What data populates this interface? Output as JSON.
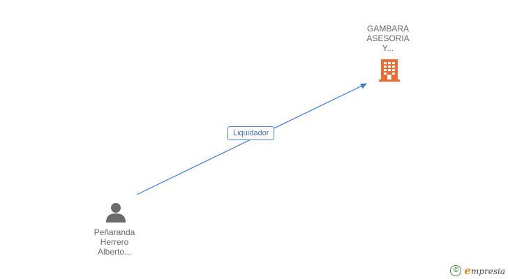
{
  "company": {
    "name_lines": [
      "GAMBARA",
      "ASESORIA",
      "Y..."
    ],
    "icon": "building-icon",
    "color": "#f06a35"
  },
  "person": {
    "name_lines": [
      "Peñaranda",
      "Herrero",
      "Alberto..."
    ],
    "icon": "person-icon",
    "color": "#6b6b6b"
  },
  "relation": {
    "label": "Liquidador",
    "color": "#3b78d8"
  },
  "footer": {
    "copyright_symbol": "©",
    "brand_initial": "e",
    "brand_rest": "mpresia",
    "brand_color": "#e08a1a"
  }
}
